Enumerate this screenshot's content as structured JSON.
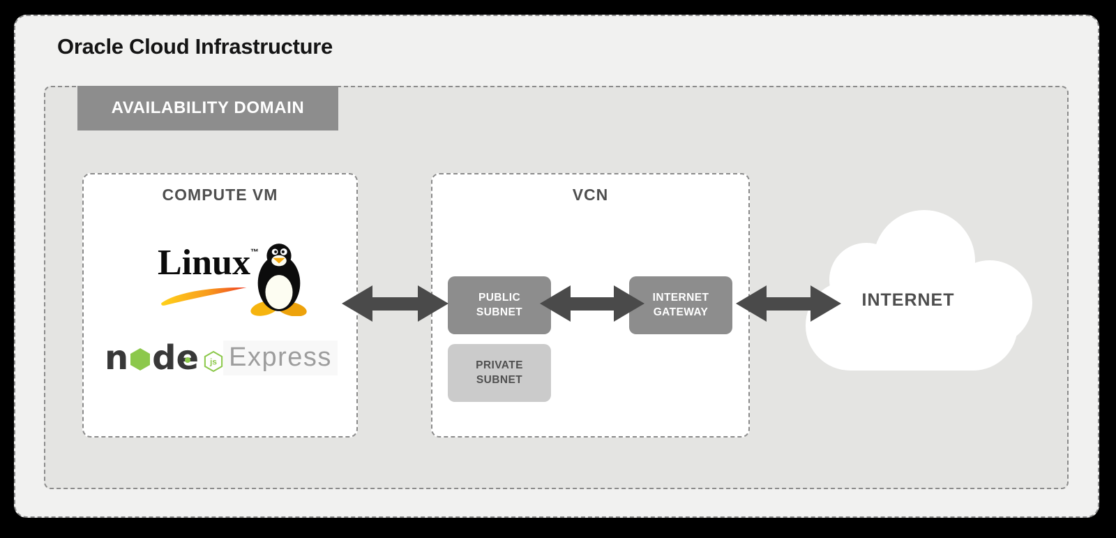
{
  "title": "Oracle Cloud Infrastructure",
  "availability_domain": {
    "label": "AVAILABILITY DOMAIN"
  },
  "compute_vm": {
    "title": "COMPUTE VM",
    "linux_logo": {
      "wordmark": "Linux",
      "trademark": "™"
    },
    "node_logo": {
      "letter_n": "n",
      "letter_d": "d",
      "letter_e": "e",
      "badge": "js"
    },
    "express_logo": {
      "wordmark": "Express"
    }
  },
  "vcn": {
    "title": "VCN",
    "public_subnet": {
      "line1": "PUBLIC",
      "line2": "SUBNET"
    },
    "private_subnet": {
      "line1": "PRIVATE",
      "line2": "SUBNET"
    },
    "internet_gateway": {
      "line1": "INTERNET",
      "line2": "GATEWAY"
    }
  },
  "internet": {
    "label": "INTERNET"
  },
  "colors": {
    "canvas_background": "#000000",
    "oci_background": "#f1f1f0",
    "availability_domain_background": "#e4e4e2",
    "dashed_border": "#8b8b8b",
    "solid_box_gray": "#8d8d8d",
    "light_box_gray": "#cbcbcb",
    "arrow_gray": "#4a4a4a",
    "heading_gray": "#4f4f4f",
    "node_green": "#8cc84b",
    "linux_swoosh_yellow": "#ffd11a",
    "linux_swoosh_red": "#ee3d23",
    "tux_yellow": "#f6b40e"
  }
}
